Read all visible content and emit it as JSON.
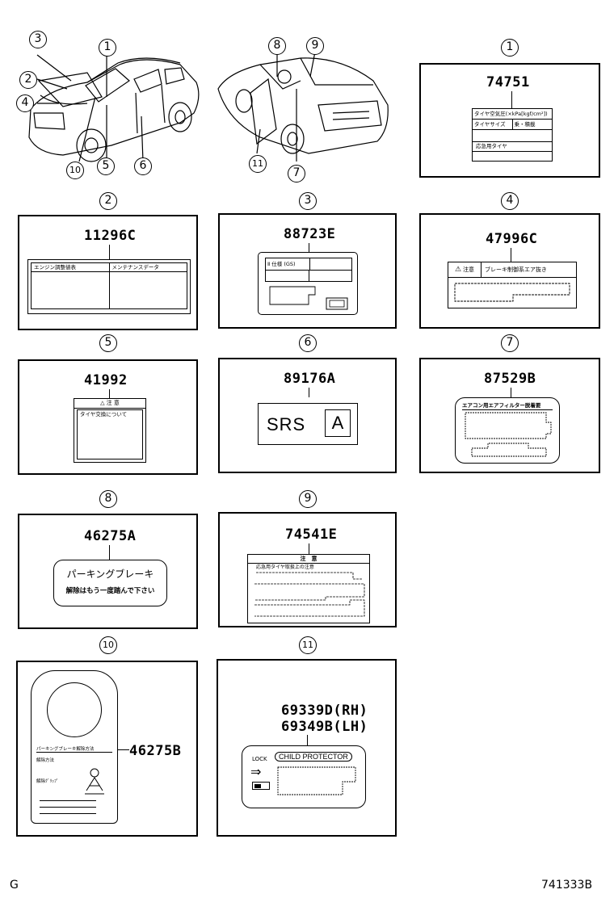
{
  "callouts": {
    "c1": "1",
    "c2": "2",
    "c3": "3",
    "c4": "4",
    "c5": "5",
    "c6": "6",
    "c7": "7",
    "c8": "8",
    "c9": "9",
    "c10": "10",
    "c11": "11"
  },
  "parts": {
    "p1": "74751",
    "p2": "11296C",
    "p3": "88723E",
    "p4": "47996C",
    "p5": "41992",
    "p6": "89176A",
    "p7": "87529B",
    "p8": "46275A",
    "p9": "74541E",
    "p10": "46275B",
    "p11a": "69339D(RH)",
    "p11b": "69349B(LH)"
  },
  "labels": {
    "l1_row1": "タイヤ空気圧(×kPa[kgf/cm²])",
    "l1_row2a": "タイヤサイズ",
    "l1_row2b": "乗・積載",
    "l1_row4": "応急用タイヤ",
    "l2_left": "エンジン調整値表",
    "l2_right": "メンテナンスデータ",
    "l3_row": "Ⅱ 仕様 (GS)",
    "l4_caution": "注意",
    "l4_text": "ブレーキ制御系エア抜き",
    "l5_caution": "△ 注 意",
    "l5_text": "タイヤ交換について",
    "l6_srs": "SRS",
    "l6_a": "A",
    "l7_header": "エアコン用エアフィルター脱着要",
    "l8_line1": "パーキングブレーキ",
    "l8_line2": "解除はもう一度踏んで下さい",
    "l9_header": "注　意",
    "l9_sub": "応急用タイヤ取扱上の注意",
    "l10_row1": "パーキングブレーキ解除方法",
    "l10_row2": "解除方法",
    "l10_row3": "解除ｸﾞﾘｯﾌﾟ",
    "l11_lock": "LOCK",
    "l11_title": "CHILD PROTECTOR"
  },
  "footer": {
    "left": "G",
    "right": "741333B"
  }
}
